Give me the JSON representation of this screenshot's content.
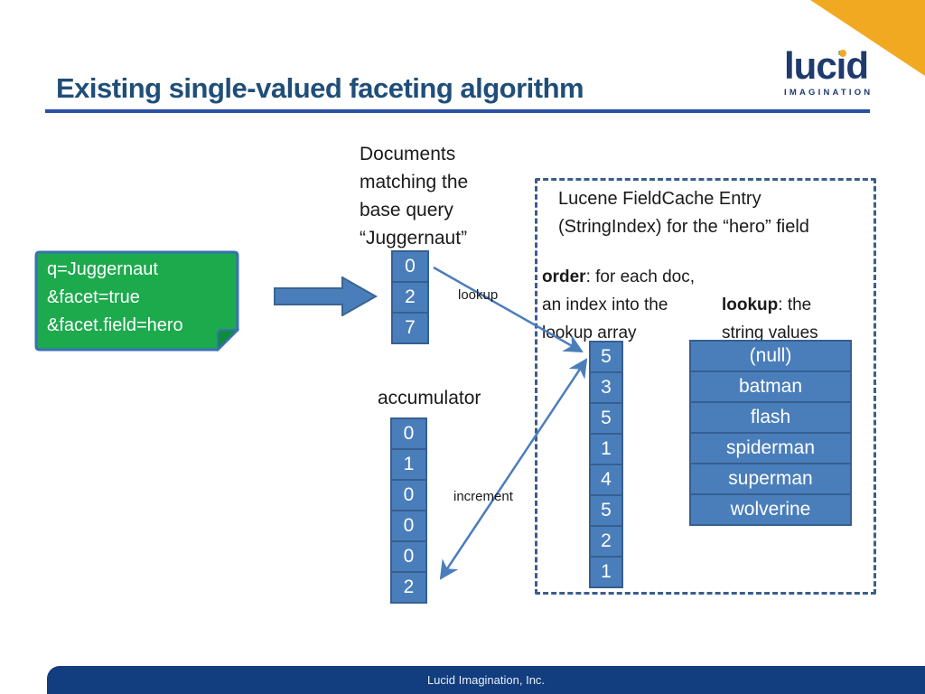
{
  "slide": {
    "title": "Existing single-valued faceting algorithm",
    "footer_text": "Lucid Imagination, Inc."
  },
  "logo": {
    "word": "lucid",
    "subtext": "IMAGINATION"
  },
  "query_note": {
    "lines": [
      "q=Juggernaut",
      "&facet=true",
      "&facet.field=hero"
    ]
  },
  "documents": {
    "label": "Documents\nmatching the\nbase query\n“Juggernaut”",
    "values": [
      "0",
      "2",
      "7"
    ]
  },
  "accumulator": {
    "label": "accumulator",
    "values": [
      "0",
      "1",
      "0",
      "0",
      "0",
      "2"
    ]
  },
  "fieldcache": {
    "title": "Lucene FieldCache Entry\n(StringIndex) for the “hero” field",
    "order_term": "order",
    "order_desc": ": for each doc, an index into the lookup array",
    "order_values": [
      "5",
      "3",
      "5",
      "1",
      "4",
      "5",
      "2",
      "1"
    ],
    "lookup_term": "lookup",
    "lookup_desc": ": the string values",
    "lookup_values": [
      "(null)",
      "batman",
      "flash",
      "spiderman",
      "superman",
      "wolverine"
    ]
  },
  "arrow_labels": {
    "lookup": "lookup",
    "increment": "increment"
  },
  "colors": {
    "cell_blue": "#4A7EBB",
    "cell_border": "#365F91",
    "note_green": "#1CAA4D",
    "note_border": "#3A6FB5",
    "title_blue": "#1F4E79",
    "rule_blue": "#2750A5",
    "logo_navy": "#1E3A6E",
    "footer_navy": "#123D7E",
    "corner_orange": "#F2A922",
    "dash_border": "#3A5E8C"
  }
}
